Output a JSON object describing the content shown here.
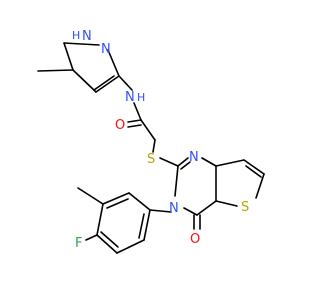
{
  "molecule": {
    "atoms": {
      "nh_pyrazole": "N",
      "h_pyrazole": "H",
      "n_pyrazole": "N",
      "n_amide": "N",
      "h_amide": "H",
      "o_amide": "O",
      "s_thioether": "S",
      "n_pyrimidine_upper": "N",
      "n_pyrimidine_lower": "N",
      "s_thiophene": "S",
      "o_ketone": "O",
      "f_aryl": "F"
    }
  },
  "colors": {
    "nitrogen": "#3050F8",
    "oxygen": "#FF0D0D",
    "sulfur": "#B5A300",
    "fluorine": "#2FA44F",
    "bond": "#000000"
  }
}
